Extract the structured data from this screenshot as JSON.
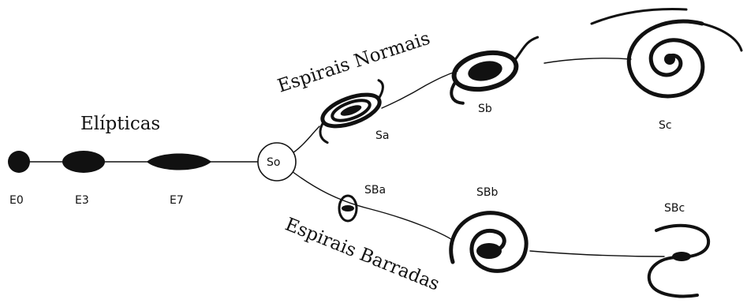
{
  "groups": {
    "elliptical": "Elípticas",
    "normal_spirals": "Espirais Normais",
    "barred_spirals": "Espirais Barradas"
  },
  "types": {
    "e0": "E0",
    "e3": "E3",
    "e7": "E7",
    "s0": "So",
    "sa": "Sa",
    "sb": "Sb",
    "sc": "Sc",
    "sba": "SBa",
    "sbb": "SBb",
    "sbc": "SBc"
  }
}
